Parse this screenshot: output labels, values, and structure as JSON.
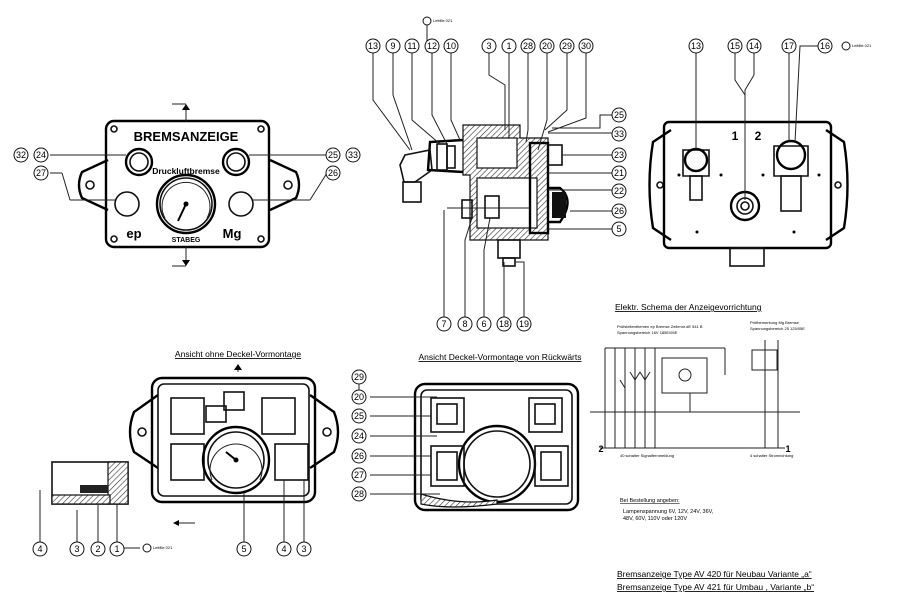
{
  "front_view": {
    "title": "BREMSANZEIGE",
    "gauge_label": "Druckluftbremse",
    "left_label": "ep",
    "right_label": "Mg",
    "brand": "STABEG",
    "callouts": [
      "32",
      "24",
      "27",
      "25",
      "33",
      "26"
    ]
  },
  "side_section": {
    "callouts_top": [
      "13",
      "9",
      "11",
      "12",
      "10",
      "3",
      "1",
      "28",
      "20",
      "29",
      "30"
    ],
    "callouts_right": [
      "25",
      "33",
      "23",
      "21",
      "22",
      "26",
      "5"
    ],
    "callouts_bottom": [
      "7",
      "8",
      "6",
      "18",
      "19"
    ],
    "ref_tag": "Leitfile 021"
  },
  "rear_view": {
    "callouts": [
      "13",
      "15",
      "14",
      "17",
      "16"
    ],
    "marks": [
      "1",
      "2"
    ],
    "ref_tag": "Leitfile 021"
  },
  "view_without_cover": {
    "title": "Ansicht ohne Deckel-Vormontage",
    "callouts": [
      "4",
      "3",
      "2",
      "1",
      "5",
      "4",
      "3"
    ],
    "ref_tag": "Leitfile 021"
  },
  "view_cover_rear": {
    "title": "Ansicht Deckel-Vormontage von Rückwärts",
    "callouts": [
      "29",
      "20",
      "25",
      "24",
      "26",
      "27",
      "28"
    ]
  },
  "schematic": {
    "title": "Elektr. Schema der Anzeigevorrichtung",
    "notes": [
      "Prüfstellenthemen ep Bremse Zeilennr.dE 541 B",
      "Spannungsbereich 16V 185E/05E",
      "Prüfbemerkung Mg Bremse",
      "Spannungsbereich 25 125/05E",
      "40 schalter Signalfernmeldung",
      "4 schalter Stromrichtung"
    ],
    "terminals": [
      "2",
      "1"
    ],
    "order_heading": "Bei Bestellung angeben:",
    "order_lines": [
      "Lampenspannung 6V, 12V, 24V, 36V,",
      "48V, 60V, 110V oder 120V"
    ]
  },
  "footer": {
    "line1": "Bremsanzeige Type AV 420 für Neubau Variante „a“",
    "line2": "Bremsanzeige Type AV 421 für Umbau , Variante „b“"
  }
}
